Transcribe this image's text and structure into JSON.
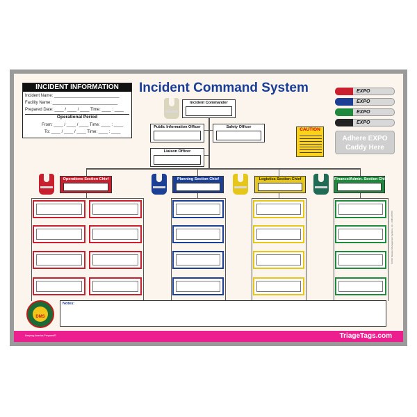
{
  "board": {
    "title": "Incident Command System",
    "website": "TriageTags.com",
    "tagline": "Keeping America Prepared®",
    "side_fineprint": "©2015 Disaster Management Systems, Inc. • DMS-05706"
  },
  "incident_info": {
    "heading": "INCIDENT INFORMATION",
    "incident_name": "Incident Name: ____________________________",
    "facility_name": "Facility Name: ____________________________",
    "prepared_date": "Prepared Date: ____ / ____ / ____    Time: ____ : ____",
    "operational_period": "Operational Period",
    "from": "From: ____ / ____ / ____    Time: ____ : ____",
    "to": "To: ____ / ____ / ____    Time: ____ : ____"
  },
  "command": {
    "incident_commander": "Incident Commander",
    "public_information_officer": "Public Information Officer",
    "safety_officer": "Safety Officer",
    "liaison_officer": "Liaison Officer"
  },
  "sections": [
    {
      "label": "Operations Section Chief",
      "color": "#c8202f"
    },
    {
      "label": "Planning Section Chief",
      "color": "#1b3f95"
    },
    {
      "label": "Logistics Section Chief",
      "color": "#e6c719"
    },
    {
      "label": "Finance/Admin. Section Chief",
      "color": "#1f8a3d"
    }
  ],
  "vests": [
    {
      "icon": "command-vest-icon",
      "color": "#d9d6bd"
    },
    {
      "icon": "operations-vest-icon",
      "color": "#c8202f"
    },
    {
      "icon": "planning-vest-icon",
      "color": "#1b3f95"
    },
    {
      "icon": "logistics-vest-icon",
      "color": "#e6c719"
    },
    {
      "icon": "finance-vest-icon",
      "color": "#1f6b56"
    }
  ],
  "caution": {
    "heading": "CAUTION",
    "text": "Use Genuine EXPO Dry Erase or Wet-Erase Markers ONLY"
  },
  "markers": [
    {
      "label": "EXPO",
      "color": "#c8202f"
    },
    {
      "label": "EXPO",
      "color": "#1b3f95"
    },
    {
      "label": "EXPO",
      "color": "#1f8a3d"
    },
    {
      "label": "EXPO",
      "color": "#222222"
    }
  ],
  "caddy_label": "Adhere EXPO Caddy Here",
  "notes_label": "Notes:",
  "logo_text": "DMS"
}
